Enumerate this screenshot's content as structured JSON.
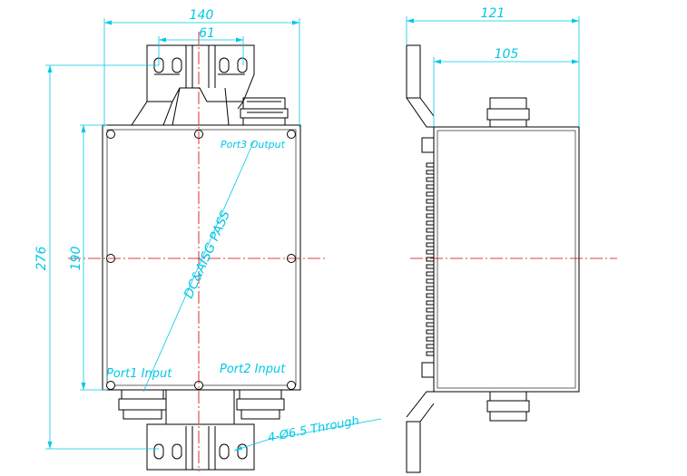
{
  "dimensions": {
    "overall_width": "140",
    "hole_spacing": "61",
    "overall_height": "276",
    "body_height": "190",
    "side_total_depth": "121",
    "side_body_depth": "105"
  },
  "labels": {
    "port1": "Port1 Input",
    "port2": "Port2 Input",
    "port3": "Port3 Output",
    "pass": "DC&AISG PASS",
    "holes": "4-Ø6.5 Through"
  },
  "colors": {
    "outline": "#000000",
    "dimension": "#00c8e6",
    "centerline": "#cc0000",
    "background": "#ffffff"
  }
}
